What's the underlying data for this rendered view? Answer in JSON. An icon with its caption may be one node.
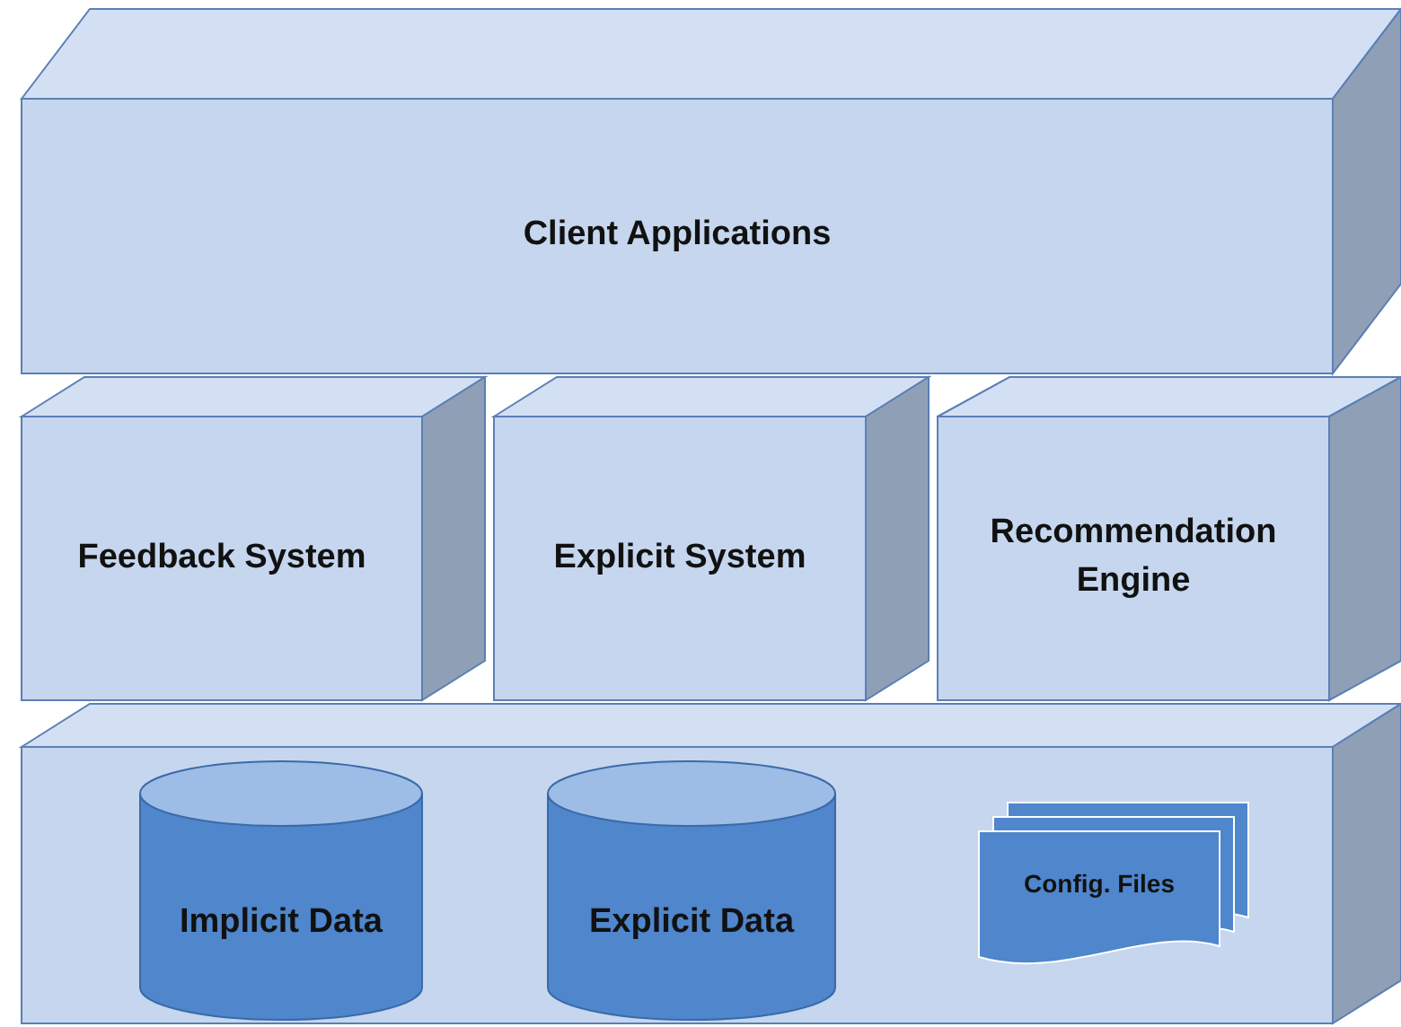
{
  "diagram": {
    "nodes": [
      {
        "text": [
          "Client Applications"
        ]
      },
      {
        "text": [
          "Feedback System"
        ]
      },
      {
        "text": [
          "Explicit System"
        ]
      },
      {
        "text": [
          "Recommendation Engine"
        ]
      },
      {
        "text": [],
        "shape": "box"
      },
      {
        "text": [
          "Implicit Data"
        ],
        "in": 4
      },
      {
        "text": [
          "Explicit Data"
        ],
        "in": 4
      },
      {
        "text": [
          "Config. Files"
        ],
        "in": 4
      }
    ],
    "edges": []
  }
}
